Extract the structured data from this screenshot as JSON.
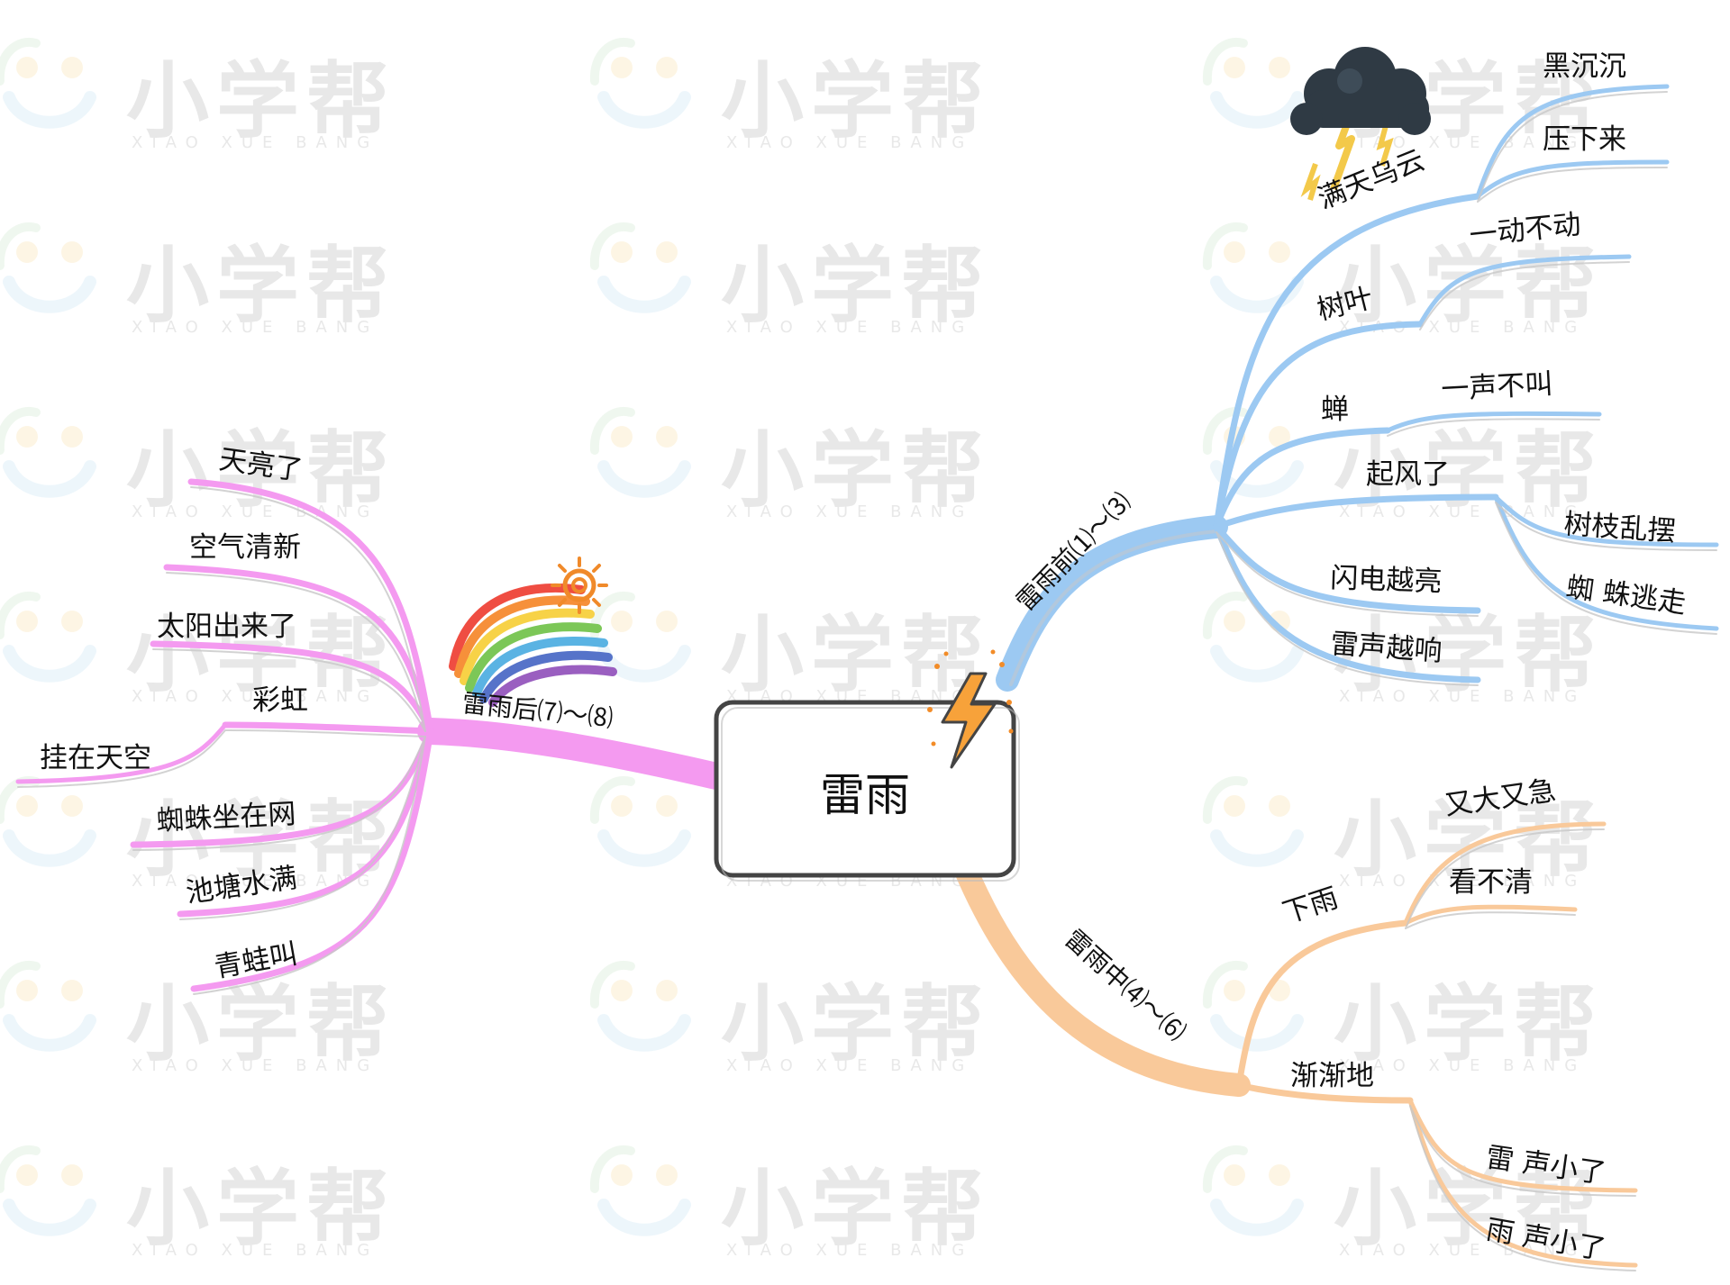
{
  "watermark": {
    "text": "小学帮",
    "subtext": "XIAO XUE BANG"
  },
  "colors": {
    "before_branch": "#9cc9f2",
    "during_branch": "#f9c99a",
    "after_branch": "#f49af0",
    "center_border": "#444444"
  },
  "center": {
    "label": "雷雨",
    "icon": "lightning-bolt-icon"
  },
  "branches": {
    "before": {
      "label": "雷雨前⑴～⑶",
      "icon": "storm-cloud-icon",
      "nodes": {
        "clouds": {
          "label": "满天乌云",
          "children": [
            "黑沉沉",
            "压下来"
          ]
        },
        "leaves": {
          "label": "树叶",
          "children": [
            "一动不动"
          ]
        },
        "cicada": {
          "label": "蝉",
          "children": [
            "一声不叫"
          ]
        },
        "wind": {
          "label": "起风了",
          "children": [
            "树枝乱摆",
            "蜘  蛛逃走"
          ]
        },
        "lightning": {
          "label": "闪电越亮"
        },
        "thunder": {
          "label": "雷声越响"
        }
      }
    },
    "during": {
      "label": "雷雨中⑷～⑹",
      "nodes": {
        "rain": {
          "label": "下雨",
          "children": [
            "又大又急",
            "看不清"
          ]
        },
        "gradually": {
          "label": "渐渐地",
          "children": [
            "雷 声小了",
            "雨 声小了"
          ]
        }
      }
    },
    "after": {
      "label": "雷雨后⑺～⑻",
      "icon": "rainbow-sun-icon",
      "nodes": {
        "bright": "天亮了",
        "air": "空气清新",
        "sun": "太阳出来了",
        "rainbow": {
          "label": "彩虹",
          "children": [
            "挂在天空"
          ]
        },
        "spider": "蜘蛛坐在网",
        "pond": "池塘水满",
        "frog": "青蛙叫"
      }
    }
  }
}
